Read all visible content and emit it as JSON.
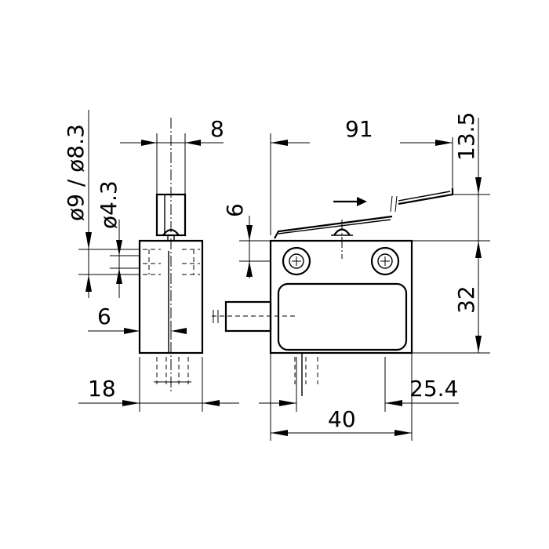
{
  "drawing": {
    "dimensions": {
      "top_width": "8",
      "lever_length": "91",
      "lever_height": "13.5",
      "hole_diameter": "ø9 / ø8.3",
      "pin_diameter": "ø4.3",
      "pin_height": "6",
      "plunger_offset": "6",
      "side_width": "18",
      "mount_spacing": "25.4",
      "body_height": "32",
      "body_length": "40"
    }
  }
}
